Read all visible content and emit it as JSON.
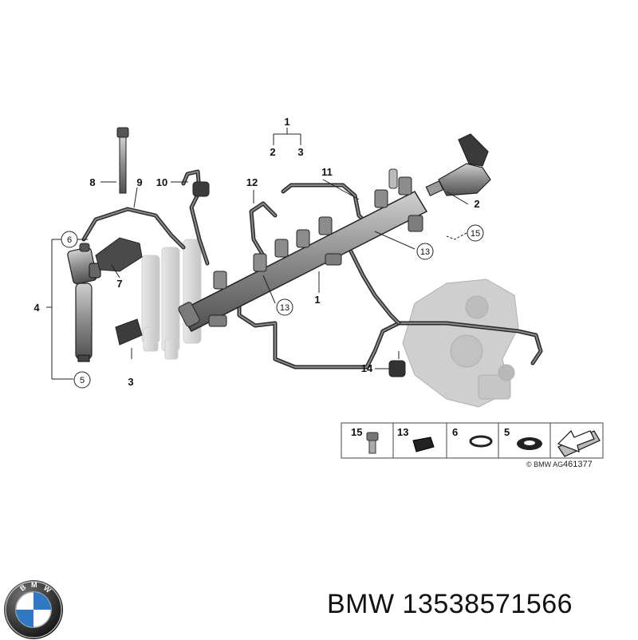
{
  "callouts": {
    "c1": "1",
    "c2": "2",
    "c3": "3",
    "c4": "4",
    "c5": "5",
    "c6": "6",
    "c7": "7",
    "c8": "8",
    "c9": "9",
    "c10": "10",
    "c11": "11",
    "c12": "12",
    "c13": "13",
    "c14": "14",
    "c15": "15"
  },
  "legend": {
    "items": [
      "15",
      "13",
      "6",
      "5"
    ],
    "copyright": "© BMW AG",
    "diagram_number": "461377"
  },
  "footer": {
    "brand": "BMW",
    "part_number": "13538571566",
    "logo_letters": "BMW"
  },
  "colors": {
    "line": "#1a1a1a",
    "part_fill": "#9a9a9a",
    "part_dark": "#555555",
    "ghost": "#d8d8d8",
    "pump": "#c8c8c8",
    "logo_blue": "#2f78c4"
  }
}
